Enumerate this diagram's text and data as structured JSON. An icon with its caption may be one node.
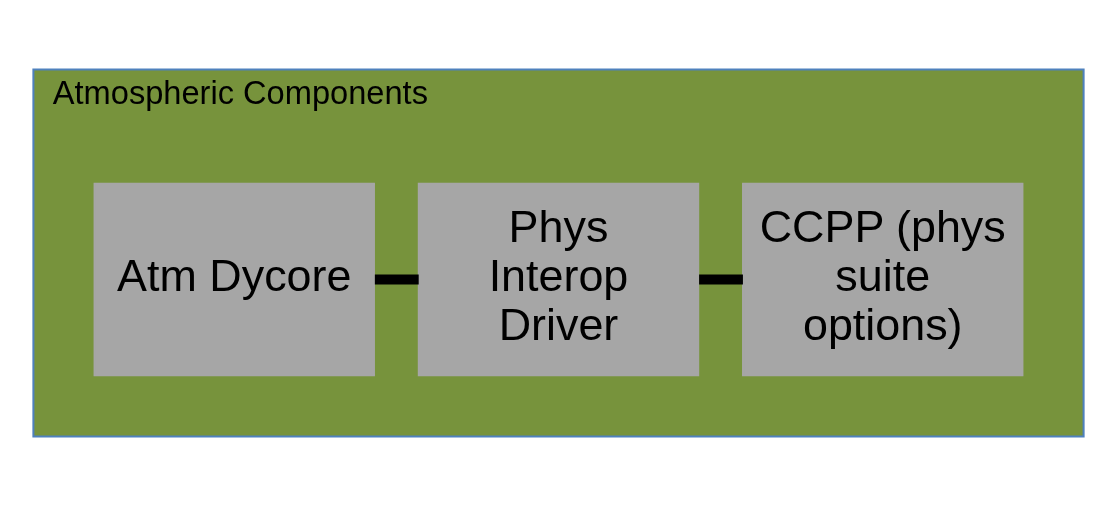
{
  "diagram": {
    "nodes": [
      {
        "text": [
          "Atmospheric Components"
        ]
      },
      {
        "text": [
          "Atm Dycore"
        ],
        "in": 0
      },
      {
        "text": [
          "Phys Interop Driver"
        ],
        "in": 0
      },
      {
        "text": [
          "CCPP (phys suite options)"
        ],
        "in": 0
      }
    ],
    "edges": [
      {
        "from": 1,
        "to": 2,
        "arrow": "none"
      },
      {
        "from": 2,
        "to": 3,
        "arrow": "none"
      }
    ]
  }
}
